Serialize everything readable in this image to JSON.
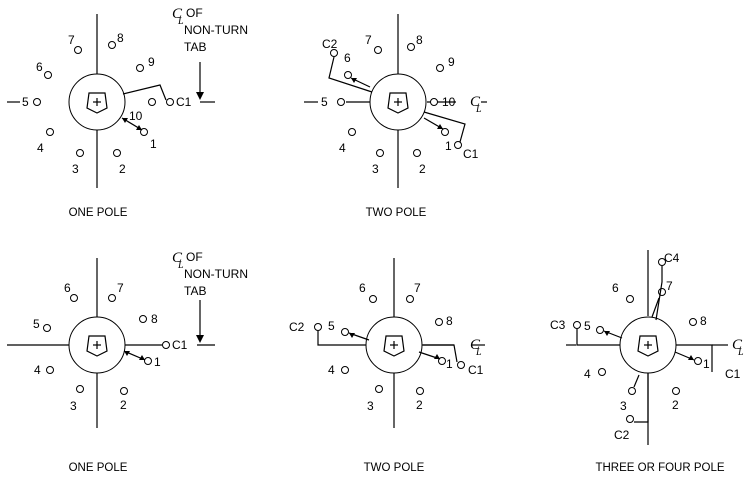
{
  "diagrams": [
    {
      "caption": "ONE POLE",
      "positions": [
        "1",
        "2",
        "3",
        "4",
        "5",
        "6",
        "7",
        "8",
        "9",
        "10"
      ],
      "commons": [
        "C1"
      ],
      "centerline_note": [
        "OF",
        "NON-TURN",
        "TAB"
      ]
    },
    {
      "caption": "TWO POLE",
      "positions": [
        "1",
        "2",
        "3",
        "4",
        "5",
        "6",
        "7",
        "8",
        "9",
        "10"
      ],
      "commons": [
        "C1",
        "C2"
      ],
      "centerline_note": []
    },
    {
      "caption": "ONE POLE",
      "positions": [
        "1",
        "2",
        "3",
        "4",
        "5",
        "6",
        "7",
        "8"
      ],
      "commons": [
        "C1"
      ],
      "centerline_note": [
        "OF",
        "NON-TURN",
        "TAB"
      ]
    },
    {
      "caption": "TWO POLE",
      "positions": [
        "1",
        "2",
        "3",
        "4",
        "5",
        "6",
        "7",
        "8"
      ],
      "commons": [
        "C1",
        "C2"
      ],
      "centerline_note": []
    },
    {
      "caption": "THREE OR FOUR POLE",
      "positions": [
        "1",
        "2",
        "3",
        "4",
        "5",
        "6",
        "7",
        "8"
      ],
      "commons": [
        "C1",
        "C2",
        "C3",
        "C4"
      ],
      "centerline_note": []
    }
  ],
  "centerline_symbol": "C",
  "centerline_sub": "L"
}
